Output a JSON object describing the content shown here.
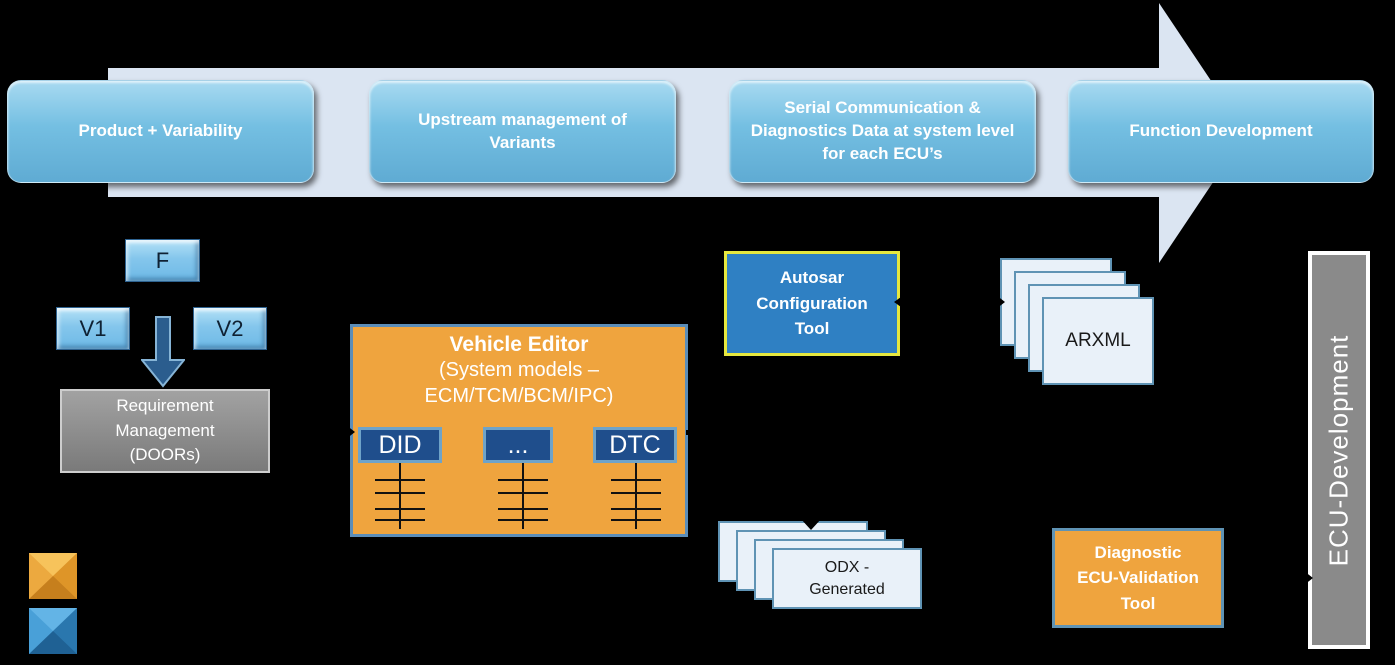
{
  "process_banner": {
    "stages": [
      {
        "label": "Product + Variability"
      },
      {
        "label": "Upstream management of Variants"
      },
      {
        "label": "Serial Communication & Diagnostics Data at system level for each ECU’s"
      },
      {
        "label": "Function Development"
      }
    ]
  },
  "variability_tree": {
    "feature": "F",
    "variant_1": "V1",
    "variant_2": "V2"
  },
  "requirement_management": {
    "lines": [
      "Requirement",
      "Management",
      "(DOORs)"
    ]
  },
  "vehicle_editor": {
    "title": "Vehicle Editor",
    "subtitle_lines": [
      "(System models –",
      "ECM/TCM/BCM/IPC)"
    ],
    "categories": [
      "DID",
      "...",
      "DTC"
    ]
  },
  "autosar_tool": {
    "lines": [
      "Autosar",
      "Configuration",
      "Tool"
    ]
  },
  "arxml_stack": {
    "label": "ARXML"
  },
  "odx_stack": {
    "lines": [
      "ODX -",
      "Generated"
    ]
  },
  "diagnostic_tool": {
    "lines": [
      "Diagnostic",
      "ECU-Validation",
      "Tool"
    ]
  },
  "ecu_development": {
    "label": "ECU-Development"
  },
  "colors": {
    "background": "#000000",
    "banner_band": "#dbe5f2",
    "stage_blue_top": "#a8daf1",
    "stage_blue_bottom": "#5fabd3",
    "orange": "#efa43e",
    "category_dark_blue": "#1f4e8c",
    "tool_blue": "#2f80c3",
    "yellow_border": "#e6e73f",
    "page_fill": "#e9f1f9",
    "page_border": "#5f93b4",
    "gray_box": "#8a8a8a"
  }
}
